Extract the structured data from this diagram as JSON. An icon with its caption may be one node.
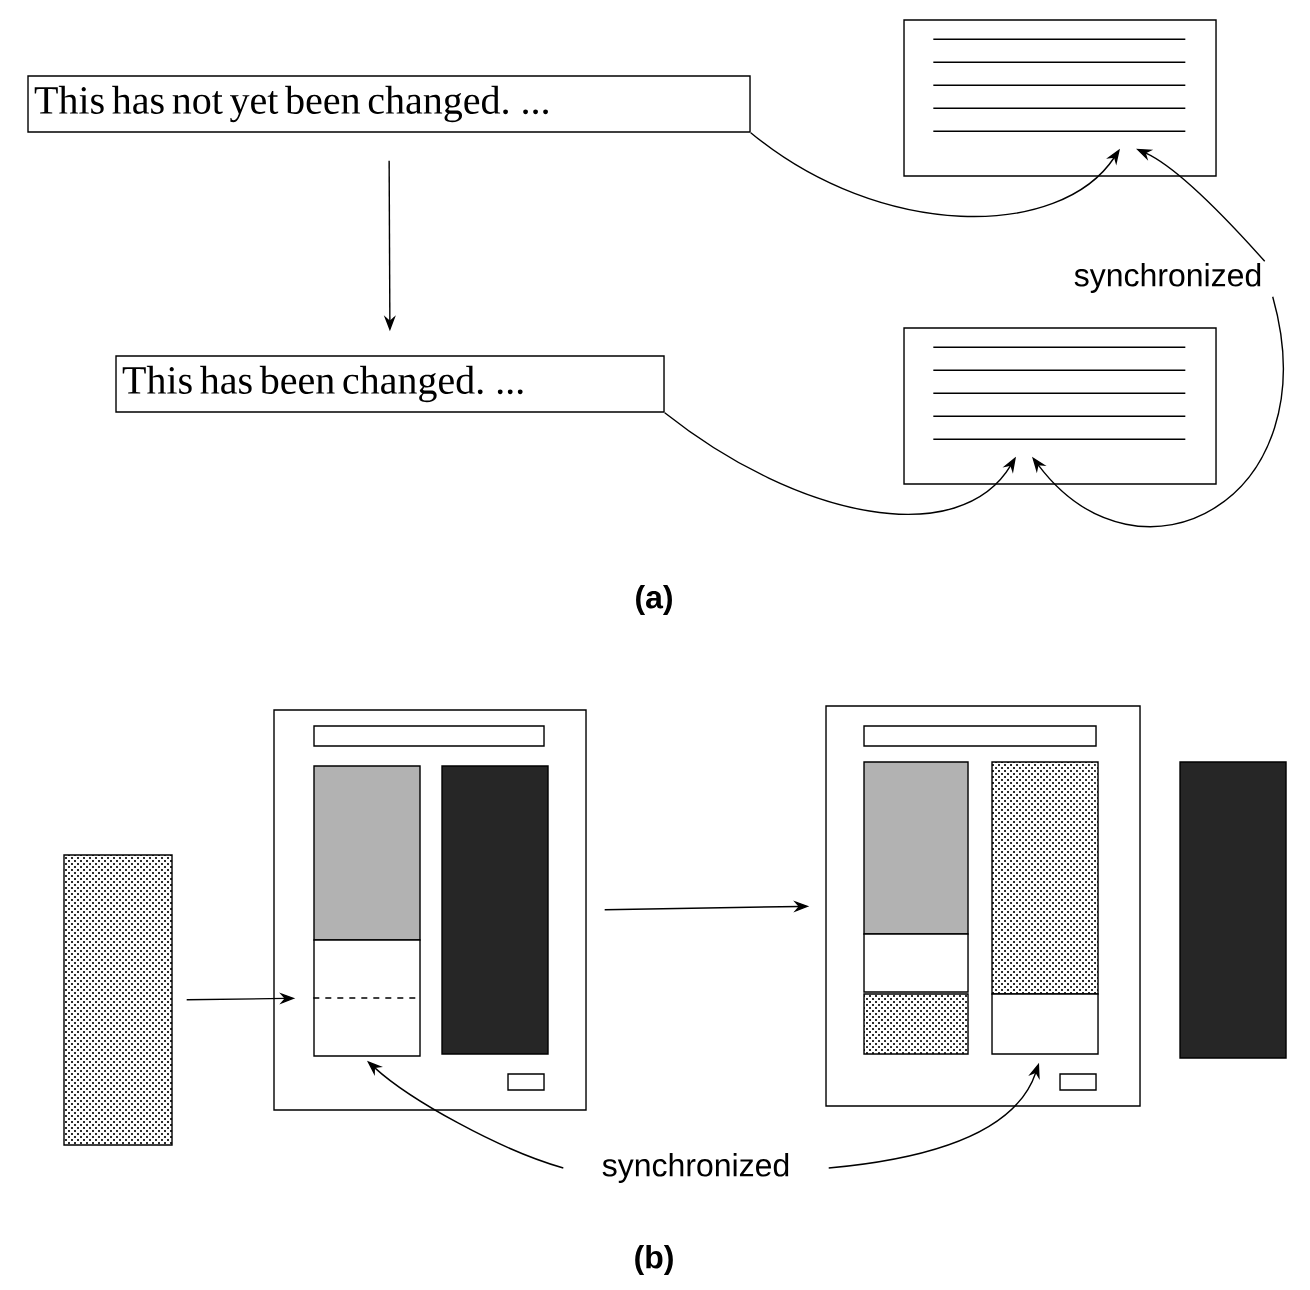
{
  "diagram": {
    "nodes": [
      {
        "text": [
          "This has not yet been changed. ..."
        ]
      },
      {
        "text": [
          "This has been changed. ..."
        ]
      },
      {
        "text": [],
        "shape": "box"
      },
      {
        "text": [],
        "shape": "box"
      },
      {
        "text": [
          "synchronized"
        ]
      },
      {
        "text": [],
        "shape": "box"
      },
      {
        "text": [],
        "shape": "box"
      },
      {
        "text": [],
        "shape": "box",
        "in": 6
      },
      {
        "text": [],
        "shape": "box",
        "in": 6
      },
      {
        "text": [],
        "shape": "box",
        "in": 6
      },
      {
        "text": [],
        "shape": "box",
        "in": 6
      },
      {
        "text": [],
        "shape": "box",
        "in": 6
      },
      {
        "text": [],
        "shape": "box"
      },
      {
        "text": [],
        "shape": "box",
        "in": 12
      },
      {
        "text": [],
        "shape": "box",
        "in": 12
      },
      {
        "text": [],
        "shape": "box",
        "in": 12
      },
      {
        "text": [],
        "shape": "box",
        "in": 12
      },
      {
        "text": [],
        "shape": "box",
        "in": 12
      },
      {
        "text": [],
        "shape": "box",
        "in": 12
      },
      {
        "text": [],
        "shape": "box",
        "in": 12
      },
      {
        "text": [],
        "shape": "box"
      },
      {
        "text": [
          "synchronized"
        ]
      }
    ],
    "edges": [
      {
        "from": 0,
        "to": 1,
        "arrow": "to"
      },
      {
        "from": 0,
        "to": 2,
        "arrow": "to"
      },
      {
        "from": 1,
        "to": 3,
        "arrow": "to"
      },
      {
        "from": 4,
        "to": 2,
        "arrow": "to"
      },
      {
        "from": 4,
        "to": 3,
        "arrow": "to"
      },
      {
        "from": 5,
        "to": 9,
        "arrow": "to"
      },
      {
        "from": 6,
        "to": 12,
        "arrow": "to"
      },
      {
        "from": 21,
        "to": 9,
        "arrow": "to"
      },
      {
        "from": 21,
        "to": 18,
        "arrow": "to"
      }
    ],
    "labels": [
      "(a)",
      "(b)"
    ]
  }
}
